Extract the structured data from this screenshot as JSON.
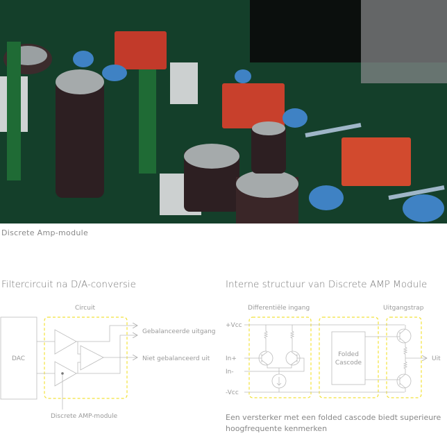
{
  "photo": {
    "caption": "Discrete Amp-module"
  },
  "left": {
    "title": "Filtercircuit na D/A-conversie",
    "circuit_label": "Circuit",
    "dac_label": "DAC",
    "balanced_out": "Gebalanceerde uitgang",
    "unbalanced_out": "Niet gebalanceerd uit",
    "module_label": "Discrete AMP-module"
  },
  "right": {
    "title": "Interne structuur van Discrete AMP Module",
    "diff_input": "Differentiële ingang",
    "output_stage": "Uitgangstrap",
    "vcc_pos": "+Vcc",
    "vcc_neg": "-Vcc",
    "in_pos": "In+",
    "in_neg": "In-",
    "folded_1": "Folded",
    "folded_2": "Cascode",
    "out_label": "Uit",
    "note": "Een versterker met een folded cascode biedt superieure hoogfrequente kenmerken"
  },
  "colors": {
    "accent": "#f2e23a",
    "line": "#bbbbbb"
  }
}
